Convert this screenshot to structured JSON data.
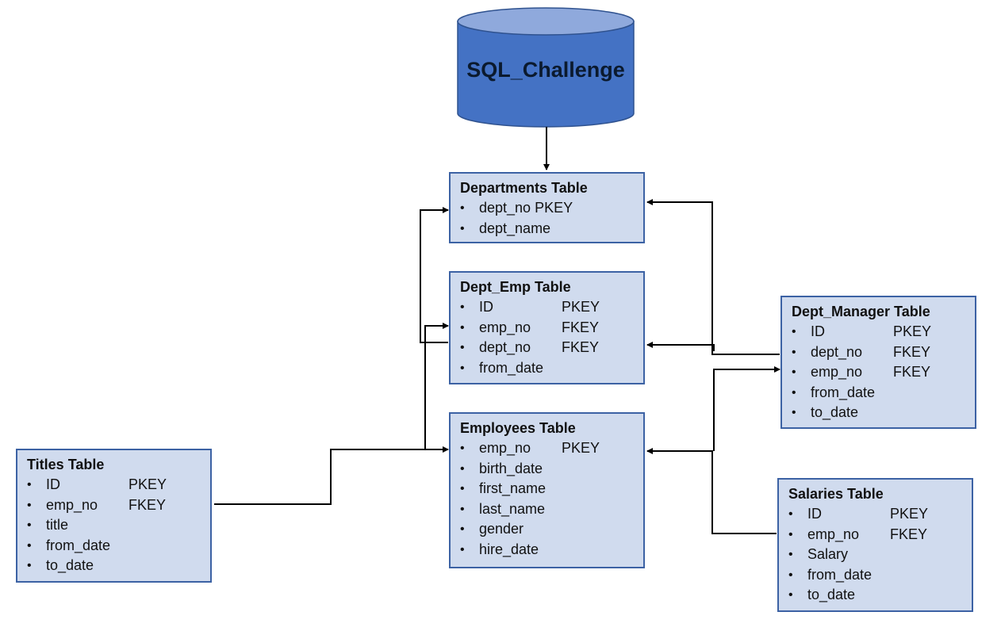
{
  "database": {
    "name": "SQL_Challenge",
    "fill_color": "#4472c4",
    "top_color": "#8fa9dc",
    "outline_color": "#2f528f"
  },
  "tables": [
    {
      "id": "departments",
      "title": "Departments Table",
      "fields": [
        {
          "name": "dept_no PKEY",
          "key": ""
        },
        {
          "name": "dept_name",
          "key": ""
        }
      ]
    },
    {
      "id": "dept-emp",
      "title": "Dept_Emp Table",
      "fields": [
        {
          "name": "ID",
          "key": "PKEY"
        },
        {
          "name": "emp_no",
          "key": "FKEY"
        },
        {
          "name": "dept_no",
          "key": "FKEY"
        },
        {
          "name": "from_date",
          "key": ""
        }
      ]
    },
    {
      "id": "employees",
      "title": "Employees Table",
      "fields": [
        {
          "name": "emp_no",
          "key": "PKEY"
        },
        {
          "name": "birth_date",
          "key": ""
        },
        {
          "name": "first_name",
          "key": ""
        },
        {
          "name": "last_name",
          "key": ""
        },
        {
          "name": "gender",
          "key": ""
        },
        {
          "name": "hire_date",
          "key": ""
        }
      ]
    },
    {
      "id": "titles",
      "title": "Titles Table",
      "fields": [
        {
          "name": "ID",
          "key": "PKEY"
        },
        {
          "name": "emp_no",
          "key": "FKEY"
        },
        {
          "name": "title",
          "key": ""
        },
        {
          "name": "from_date",
          "key": ""
        },
        {
          "name": "to_date",
          "key": ""
        }
      ]
    },
    {
      "id": "dept-manager",
      "title": "Dept_Manager Table",
      "fields": [
        {
          "name": "ID",
          "key": "PKEY"
        },
        {
          "name": "dept_no",
          "key": "FKEY"
        },
        {
          "name": "emp_no",
          "key": "FKEY"
        },
        {
          "name": "from_date",
          "key": ""
        },
        {
          "name": "to_date",
          "key": ""
        }
      ]
    },
    {
      "id": "salaries",
      "title": "Salaries Table",
      "fields": [
        {
          "name": "ID",
          "key": "PKEY"
        },
        {
          "name": "emp_no",
          "key": "FKEY"
        },
        {
          "name": "Salary",
          "key": ""
        },
        {
          "name": "from_date",
          "key": ""
        },
        {
          "name": "to_date",
          "key": ""
        }
      ]
    }
  ],
  "styles": {
    "box_fill": "#d0dbee",
    "box_border": "#3c62a4",
    "connector_color": "#000000"
  }
}
